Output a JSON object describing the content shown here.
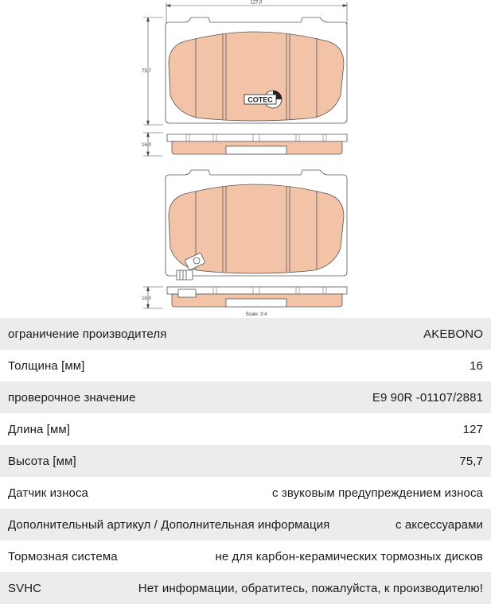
{
  "drawing": {
    "dim_width": "127,0",
    "dim_height": "75,7",
    "dim_thickness_top": "16,0",
    "dim_thickness_bottom": "16,0",
    "logo_text": "COTEC",
    "scale": "Scale: 3:4",
    "pad_color": "#f2c3a6",
    "outline_color": "#555555"
  },
  "specs": [
    {
      "label": "ограничение производителя",
      "value": "AKEBONO"
    },
    {
      "label": "Толщина [мм]",
      "value": "16"
    },
    {
      "label": "проверочное значение",
      "value": "E9 90R -01107/2881"
    },
    {
      "label": "Длина [мм]",
      "value": "127"
    },
    {
      "label": "Высота [мм]",
      "value": "75,7"
    },
    {
      "label": "Датчик износа",
      "value": "с звуковым предупреждением износа"
    },
    {
      "label": "Дополнительный артикул / Дополнительная информация",
      "value": "с аксессуарами"
    },
    {
      "label": "Тормозная система",
      "value": "не для карбон-керамических тормозных дисков"
    },
    {
      "label": "SVHC",
      "value": "Нет информации, обратитесь, пожалуйста, к производителю!"
    }
  ]
}
